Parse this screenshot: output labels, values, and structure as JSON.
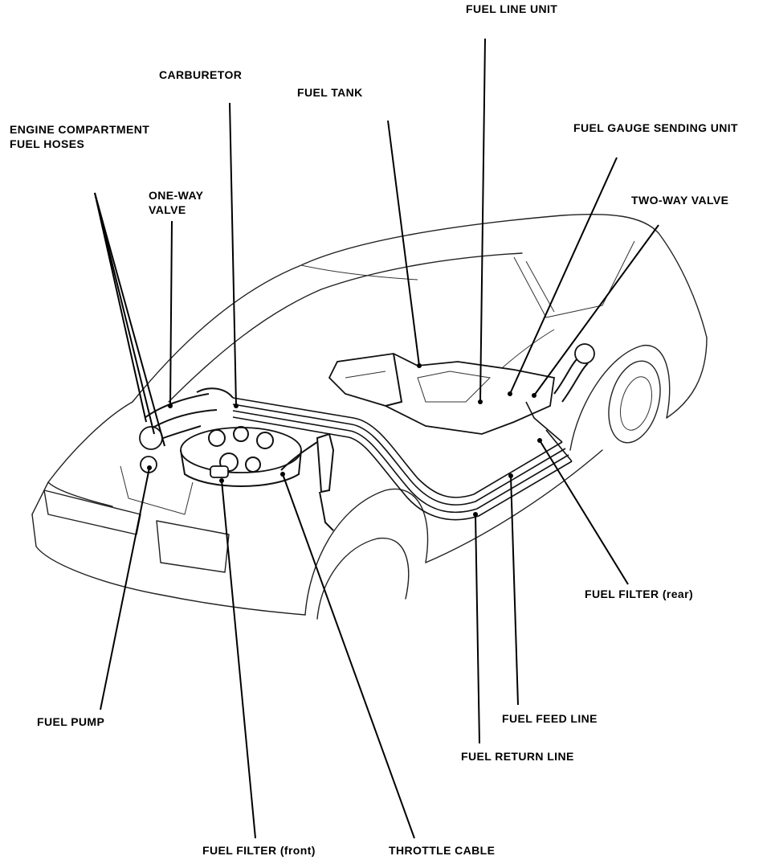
{
  "labels": {
    "fuel_line_unit": "FUEL LINE UNIT",
    "carburetor": "CARBURETOR",
    "fuel_tank": "FUEL TANK",
    "engine_hoses_1": "ENGINE COMPARTMENT",
    "engine_hoses_2": "FUEL HOSES",
    "fuel_gauge": "FUEL GAUGE SENDING UNIT",
    "one_way_1": "ONE-WAY",
    "one_way_2": "VALVE",
    "two_way": "TWO-WAY VALVE",
    "fuel_filter_rear": "FUEL FILTER (rear)",
    "fuel_pump": "FUEL PUMP",
    "fuel_feed": "FUEL FEED LINE",
    "fuel_return": "FUEL RETURN LINE",
    "fuel_filter_front": "FUEL FILTER (front)",
    "throttle_cable": "THROTTLE CABLE"
  }
}
